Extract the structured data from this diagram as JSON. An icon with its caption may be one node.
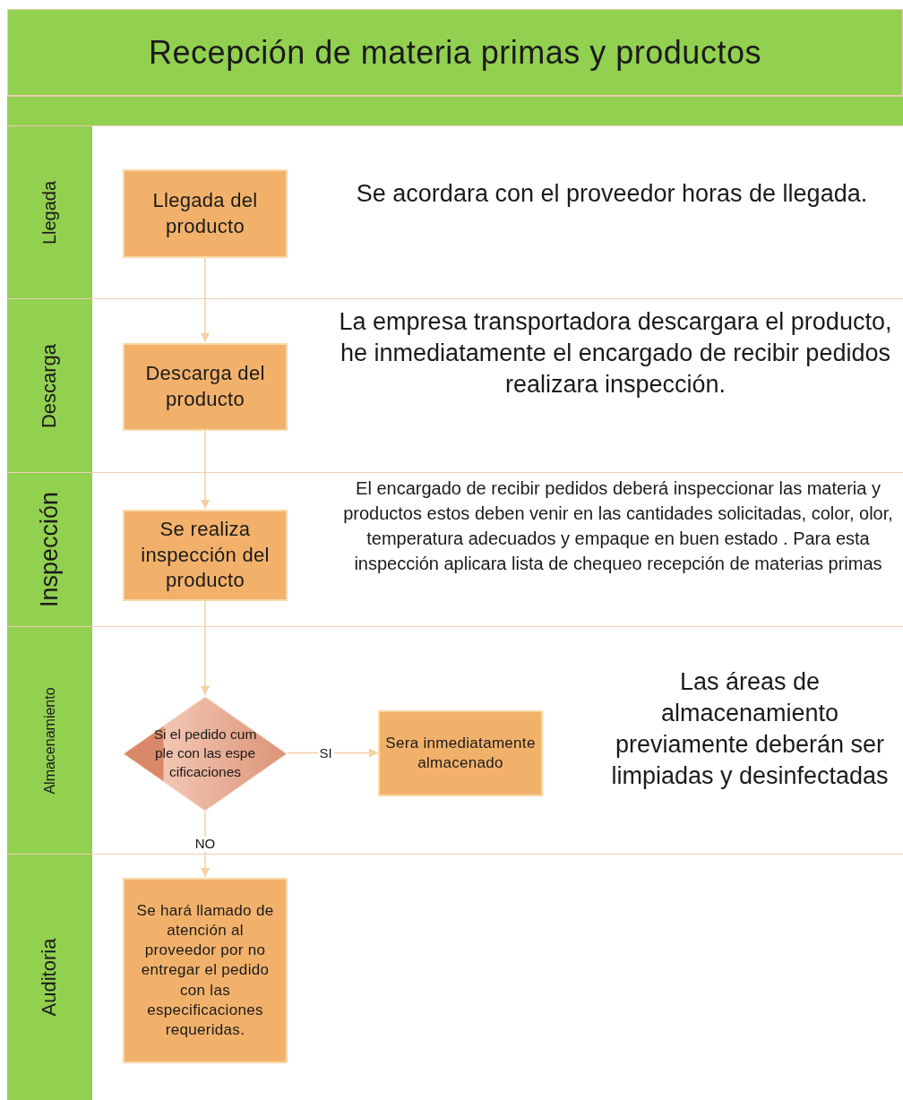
{
  "diagram": {
    "title": "Recepción de materia primas y productos",
    "nodes": [
      {
        "text": [
          "Llegada"
        ]
      },
      {
        "text": [
          "Llegada del producto"
        ],
        "in": 0
      },
      {
        "text": [
          "Descarga"
        ]
      },
      {
        "text": [
          "Descarga del producto"
        ],
        "in": 2
      },
      {
        "text": [
          "Inspección"
        ]
      },
      {
        "text": [
          "Se realiza inspección del producto"
        ],
        "in": 4
      },
      {
        "text": [
          "Almacenamiento"
        ]
      },
      {
        "text": [
          "Si el pedido cumple con las especificaciones"
        ],
        "in": 6
      },
      {
        "text": [
          "Sera inmediatamente almacenado"
        ],
        "in": 6
      },
      {
        "text": [
          "Auditoria"
        ]
      },
      {
        "text": [
          "Se hará llamado de atención al proveedor por no entregar el pedido con las especificaciones requeridas."
        ],
        "in": 9
      }
    ],
    "edges": [
      {
        "from": 1,
        "to": 3,
        "arrow": "to"
      },
      {
        "from": 3,
        "to": 5,
        "arrow": "to"
      },
      {
        "from": 5,
        "to": 7,
        "arrow": "to"
      },
      {
        "from": 7,
        "to": 8,
        "arrow": "to",
        "label": "SI"
      },
      {
        "from": 7,
        "to": 10,
        "arrow": "to",
        "label": "NO"
      }
    ],
    "labels": [
      "Se acordara con el proveedor horas de llegada.",
      "La empresa transportadora descargara el producto, he inmediatamente el encargado de recibir pedidos realizara inspección.",
      "El encargado de recibir pedidos deberá inspeccionar las materia y productos estos deben venir en las cantidades solicitadas, color, olor, temperatura adecuados  y empaque en buen estado . Para esta inspección aplicara lista de chequeo recepción de materias primas",
      "Las áreas de almacenamiento previamente deberán ser limpiadas y desinfectadas"
    ]
  }
}
